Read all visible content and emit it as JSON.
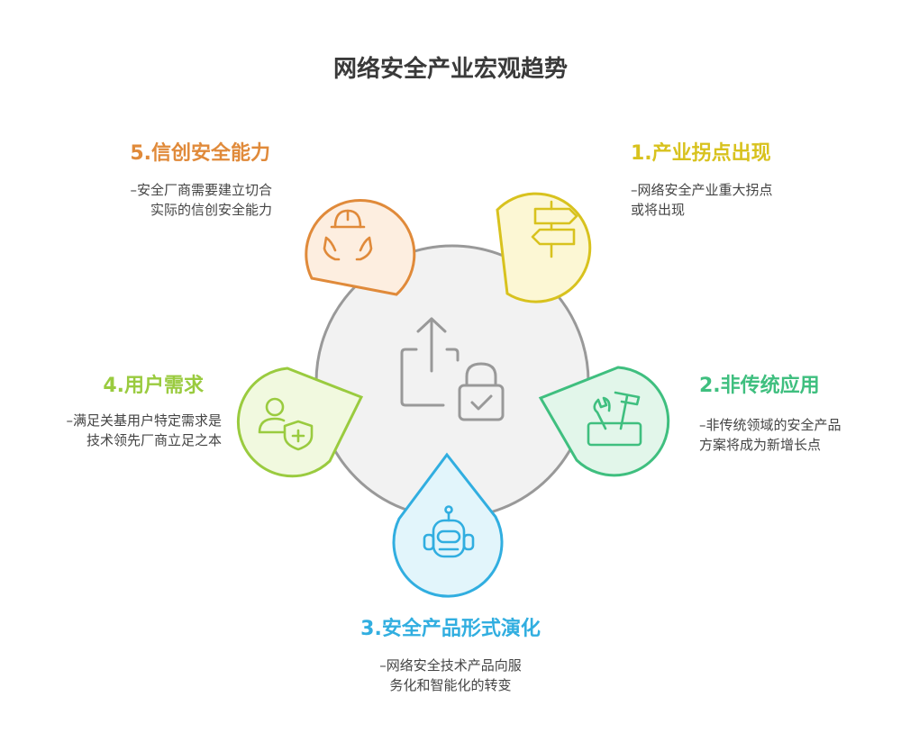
{
  "title": "网络安全产业宏观趋势",
  "colors": {
    "center_fill": "#f2f2f2",
    "center_stroke": "#999999",
    "orange": "#e08a3a",
    "yellow": "#d8c21e",
    "green": "#3fbf7f",
    "blue": "#31aee0",
    "lime": "#9acb3f"
  },
  "center_icons": [
    "upload-icon",
    "lock-icon"
  ],
  "items": [
    {
      "number_title": "1.产业拐点出现",
      "lines": [
        "–网络安全产业重大拐点",
        "或将出现"
      ],
      "icon": "signpost-icon",
      "color": "#d8c21e"
    },
    {
      "number_title": "2.非传统应用",
      "lines": [
        "–非传统领域的安全产品",
        "方案将成为新增长点"
      ],
      "icon": "toolbox-icon",
      "color": "#3fbf7f"
    },
    {
      "number_title": "3.安全产品形式演化",
      "lines": [
        "–网络安全技术产品向服",
        "务化和智能化的转变"
      ],
      "icon": "robot-icon",
      "color": "#31aee0"
    },
    {
      "number_title": "4.用户需求",
      "lines": [
        "–满足关基用户特定需求是",
        "技术领先厂商立足之本"
      ],
      "icon": "user-shield-icon",
      "color": "#9acb3f"
    },
    {
      "number_title": "5.信创安全能力",
      "lines": [
        "–安全厂商需要建立切合",
        "实际的信创安全能力"
      ],
      "icon": "hands-helmet-icon",
      "color": "#e08a3a"
    }
  ]
}
